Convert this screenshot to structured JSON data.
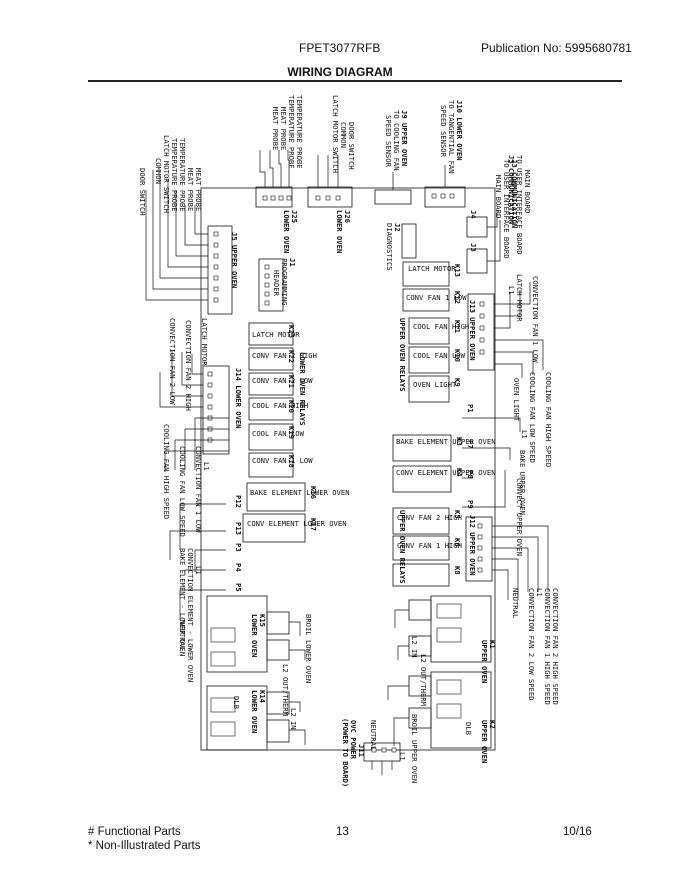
{
  "header": {
    "model": "FPET3077RFB",
    "publication": "Publication No:  5995680781",
    "title": "WIRING DIAGRAM"
  },
  "footer": {
    "functional_parts": "# Functional Parts",
    "non_illustrated": "* Non-Illustrated Parts",
    "page": "13",
    "date": "10/16"
  },
  "diagram": {
    "connectors": {
      "j3_title": "J3 COMMUNICATION",
      "j3_sub1": "TO USER INTERFACE BOARD",
      "j3_sub2": "MAIN BOARD",
      "j10_title": "J10 LOWER OVEN",
      "j10_sub1": "TO TANGENTIAL FAN",
      "j10_sub2": "SPEED SENSOR",
      "j9_title": "J9 UPPER OVEN",
      "j9_sub1": "TO COOLING FAN",
      "j9_sub2": "SPEED SENSOR",
      "j4": "J4",
      "j3": "J3",
      "j2": "J2",
      "j2_sub": "DIAGNOSTICS",
      "j26": "J26",
      "j26_sub": "LOWER OVEN",
      "j25": "J25",
      "j25_sub": "LOWER OVEN",
      "j5": "J5 UPPER OVEN",
      "j1": "J1",
      "j1_sub1": "PROGRAMMING",
      "j1_sub2": "HEADER",
      "j13": "J13 UPPER OVEN",
      "j14": "J14 LOWER OVEN",
      "j12": "J12 UPPER OVEN",
      "j11": "J11",
      "j11_sub1": "OVC POWER",
      "j11_sub2": "(POWER TO BOARD)"
    },
    "probe_labels": [
      "TEMPERATURE PROBE",
      "TEMPERATURE PROBE",
      "MEAT PROBE",
      "MEAT PROBE"
    ],
    "door_labels": [
      "DOOR SWITCH",
      "COMMON",
      "LATCH MOTOR SWITCH"
    ],
    "j5_labels": [
      "MEAT PROBE",
      "MEAT PROBE",
      "TEMPERATURE PROBE",
      "TEMPERATURE PROBE",
      "LATCH MOTOR SWITCH",
      "COMMON",
      "DOOR SWITCH"
    ],
    "j14_left_labels": [
      "LATCH MOTOR",
      "CONVECTION FAN 2 HIGH",
      "CONVECTION FAN 2 LOW"
    ],
    "j14_right_labels": [
      "L1",
      "CONVECTION FAN 1 LOW",
      "COOLING FAN LOW SPEED",
      "COOLING FAN HIGH SPEED"
    ],
    "j13_labels": [
      "CONVECTION FAN 1 LOW",
      "LATCH MOTOR",
      "L1"
    ],
    "j13_right_labels": [
      "COOLING FAN HIGH SPEED",
      "COOLING FAN LOW SPEED",
      "OVEN LIGHT"
    ],
    "relay_right_labels": [
      "L1",
      "BAKE UPPER OVEN",
      "CONVECT UPPER OVEN"
    ],
    "j12_labels": [
      "CONVECTION FAN 2 HIGH SPEED",
      "CONVECTION FAN 1 HIGH SPEED",
      "L1",
      "CONVECTION FAN 2 LOW SPEED",
      "NEUTRAL"
    ],
    "lower_left_labels": [
      "BAKE ELEMENT - LOWER OVEN",
      "CONVECTION ELEMENT - LOWER OVEN",
      "L1",
      "NEUTRAL"
    ],
    "relays": {
      "k13": "K13",
      "k13_label": "LATCH MOTOR",
      "k12": "K12",
      "k12_label": "CONV FAN 1 LOW",
      "k11": "K11",
      "k11_label": "COOL FAN HIGH",
      "k10": "K10",
      "k10_label": "COOL FAN LOW",
      "k9": "K9",
      "k9_label": "OVEN LIGHT",
      "upper_relays": "UPPER OVEN RELAYS",
      "k3": "K3",
      "k3_label": "BAKE ELEMENT UPPER OVEN",
      "k4": "K4",
      "k4_label": "CONV ELEMENT UPPER OVEN",
      "k5": "K5",
      "k5_label": "CONV FAN 2 HIGH",
      "k6": "K6",
      "k6_label": "CONV FAN 1 HIGH",
      "k8": "K8",
      "upper_relays2": "UPPER OVEN RELAYS",
      "k23": "K23",
      "k23_label": "LATCH MOTOR",
      "k22": "K22",
      "k22_label": "CONV FAN 2 HIGH",
      "k21": "K21",
      "k21_label": "CONV FAN 2 LOW",
      "k20": "K20",
      "k20_label": "COOL FAN HIGH",
      "k19": "K19",
      "k19_label": "COOL FAN LOW",
      "k18": "K18",
      "k18_label": "CONV FAN 1 LOW",
      "lower_relays": "LOWER OVEN RELAYS",
      "k16": "K16",
      "k16_label": "BAKE ELEMENT LOWER OVEN",
      "k17": "K17",
      "k17_label": "CONV ELEMENT LOWER OVEN"
    },
    "pins": [
      "P1",
      "P7",
      "P8",
      "P9",
      "P12",
      "P13",
      "P3",
      "P4",
      "P5"
    ],
    "power_relays": {
      "k1": "K1",
      "k1_sub": "UPPER OVEN",
      "k2": "K2",
      "k2_sub": "UPPER OVEN",
      "k2_dlb": "DLB",
      "k15": "K15",
      "k15_sub": "LOWER OVEN",
      "k14": "K14",
      "k14_sub": "LOWER OVEN",
      "k14_dlb": "DLB",
      "broil_upper": "BROIL UPPER OVEN",
      "broil_lower": "BROIL LOWER OVEN",
      "l2_in": "L2 IN",
      "l2_out": "L2 OUT/THERM",
      "l1": "L1",
      "neutral": "NEUTRAL"
    }
  }
}
